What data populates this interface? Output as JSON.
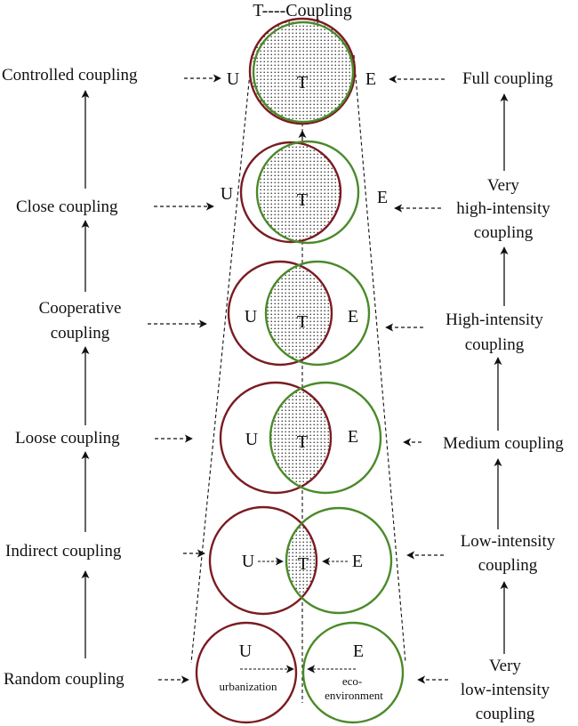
{
  "title": "T----Coupling",
  "left_stages": [
    "Controlled coupling",
    "Close coupling",
    "Cooperative coupling",
    "Loose coupling",
    "Indirect coupling",
    "Random coupling"
  ],
  "left_stage_lines": {
    "cooperative": [
      "Cooperative",
      "coupling"
    ]
  },
  "right_stages": {
    "full": "Full coupling",
    "very_high": [
      "Very",
      "high-intensity",
      "coupling"
    ],
    "high": [
      "High-intensity",
      "coupling"
    ],
    "medium": "Medium coupling",
    "low": [
      "Low-intensity",
      "coupling"
    ],
    "very_low": [
      "Very",
      "low-intensity",
      "coupling"
    ]
  },
  "circle_labels": {
    "u": "U",
    "e": "E",
    "t": "T",
    "urbanization": "urbanization",
    "eco_line1": "eco-",
    "eco_line2": "environment"
  },
  "colors": {
    "urbanization": "#7a1c22",
    "eco": "#4b8a2a",
    "arrow": "#111111"
  }
}
